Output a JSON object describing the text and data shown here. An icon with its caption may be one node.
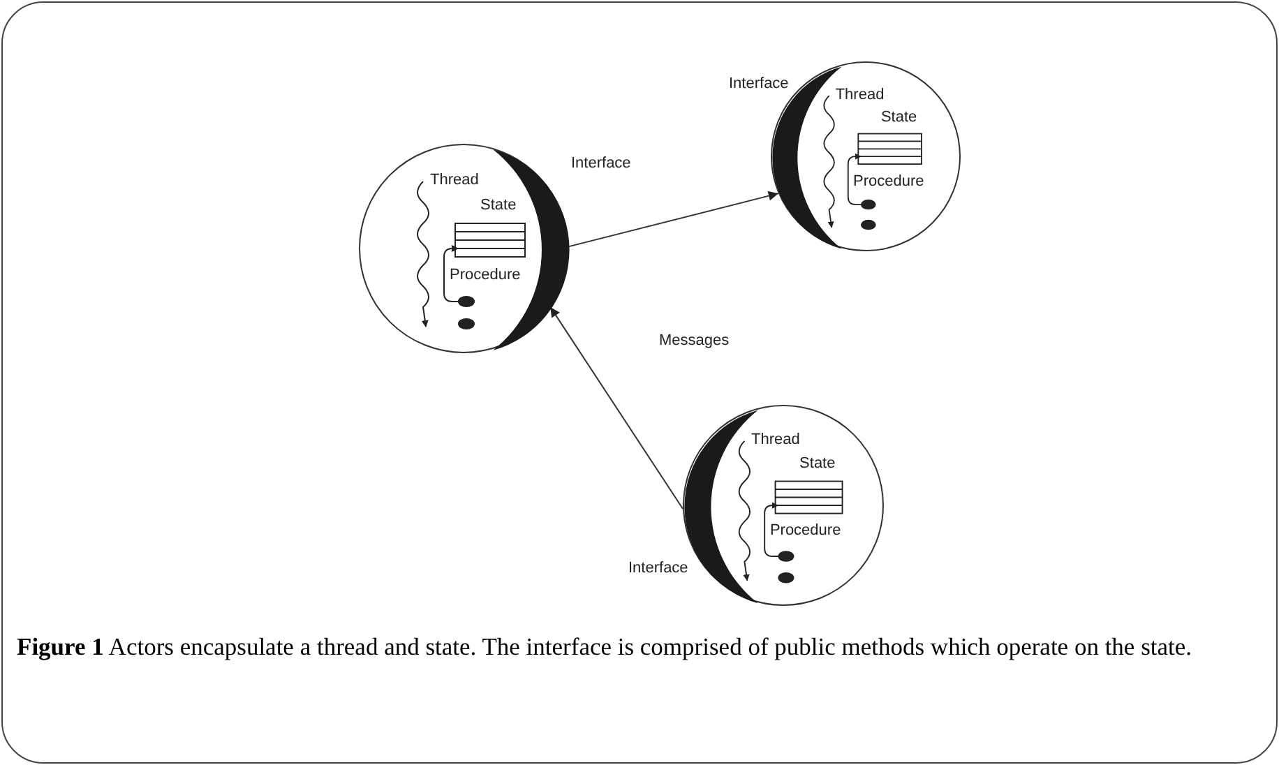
{
  "diagram": {
    "caption": "**Figure 1** Actors encapsulate a thread and state. The interface is comprised of public methods which operate on the state.",
    "nodes": [
      {
        "text": [
          "Thread",
          "State",
          "Procedure"
        ],
        "beside": [
          "Interface"
        ]
      },
      {
        "text": [
          "Thread",
          "State",
          "Procedure"
        ],
        "beside": [
          "Interface"
        ]
      },
      {
        "text": [
          "Thread",
          "State",
          "Procedure"
        ],
        "beside": [
          "Interface"
        ]
      }
    ],
    "edges": [
      {
        "from": 0,
        "to": 1,
        "arrow": "to"
      },
      {
        "from": 2,
        "to": 0,
        "arrow": "to"
      }
    ],
    "labels": [
      "Messages"
    ]
  }
}
